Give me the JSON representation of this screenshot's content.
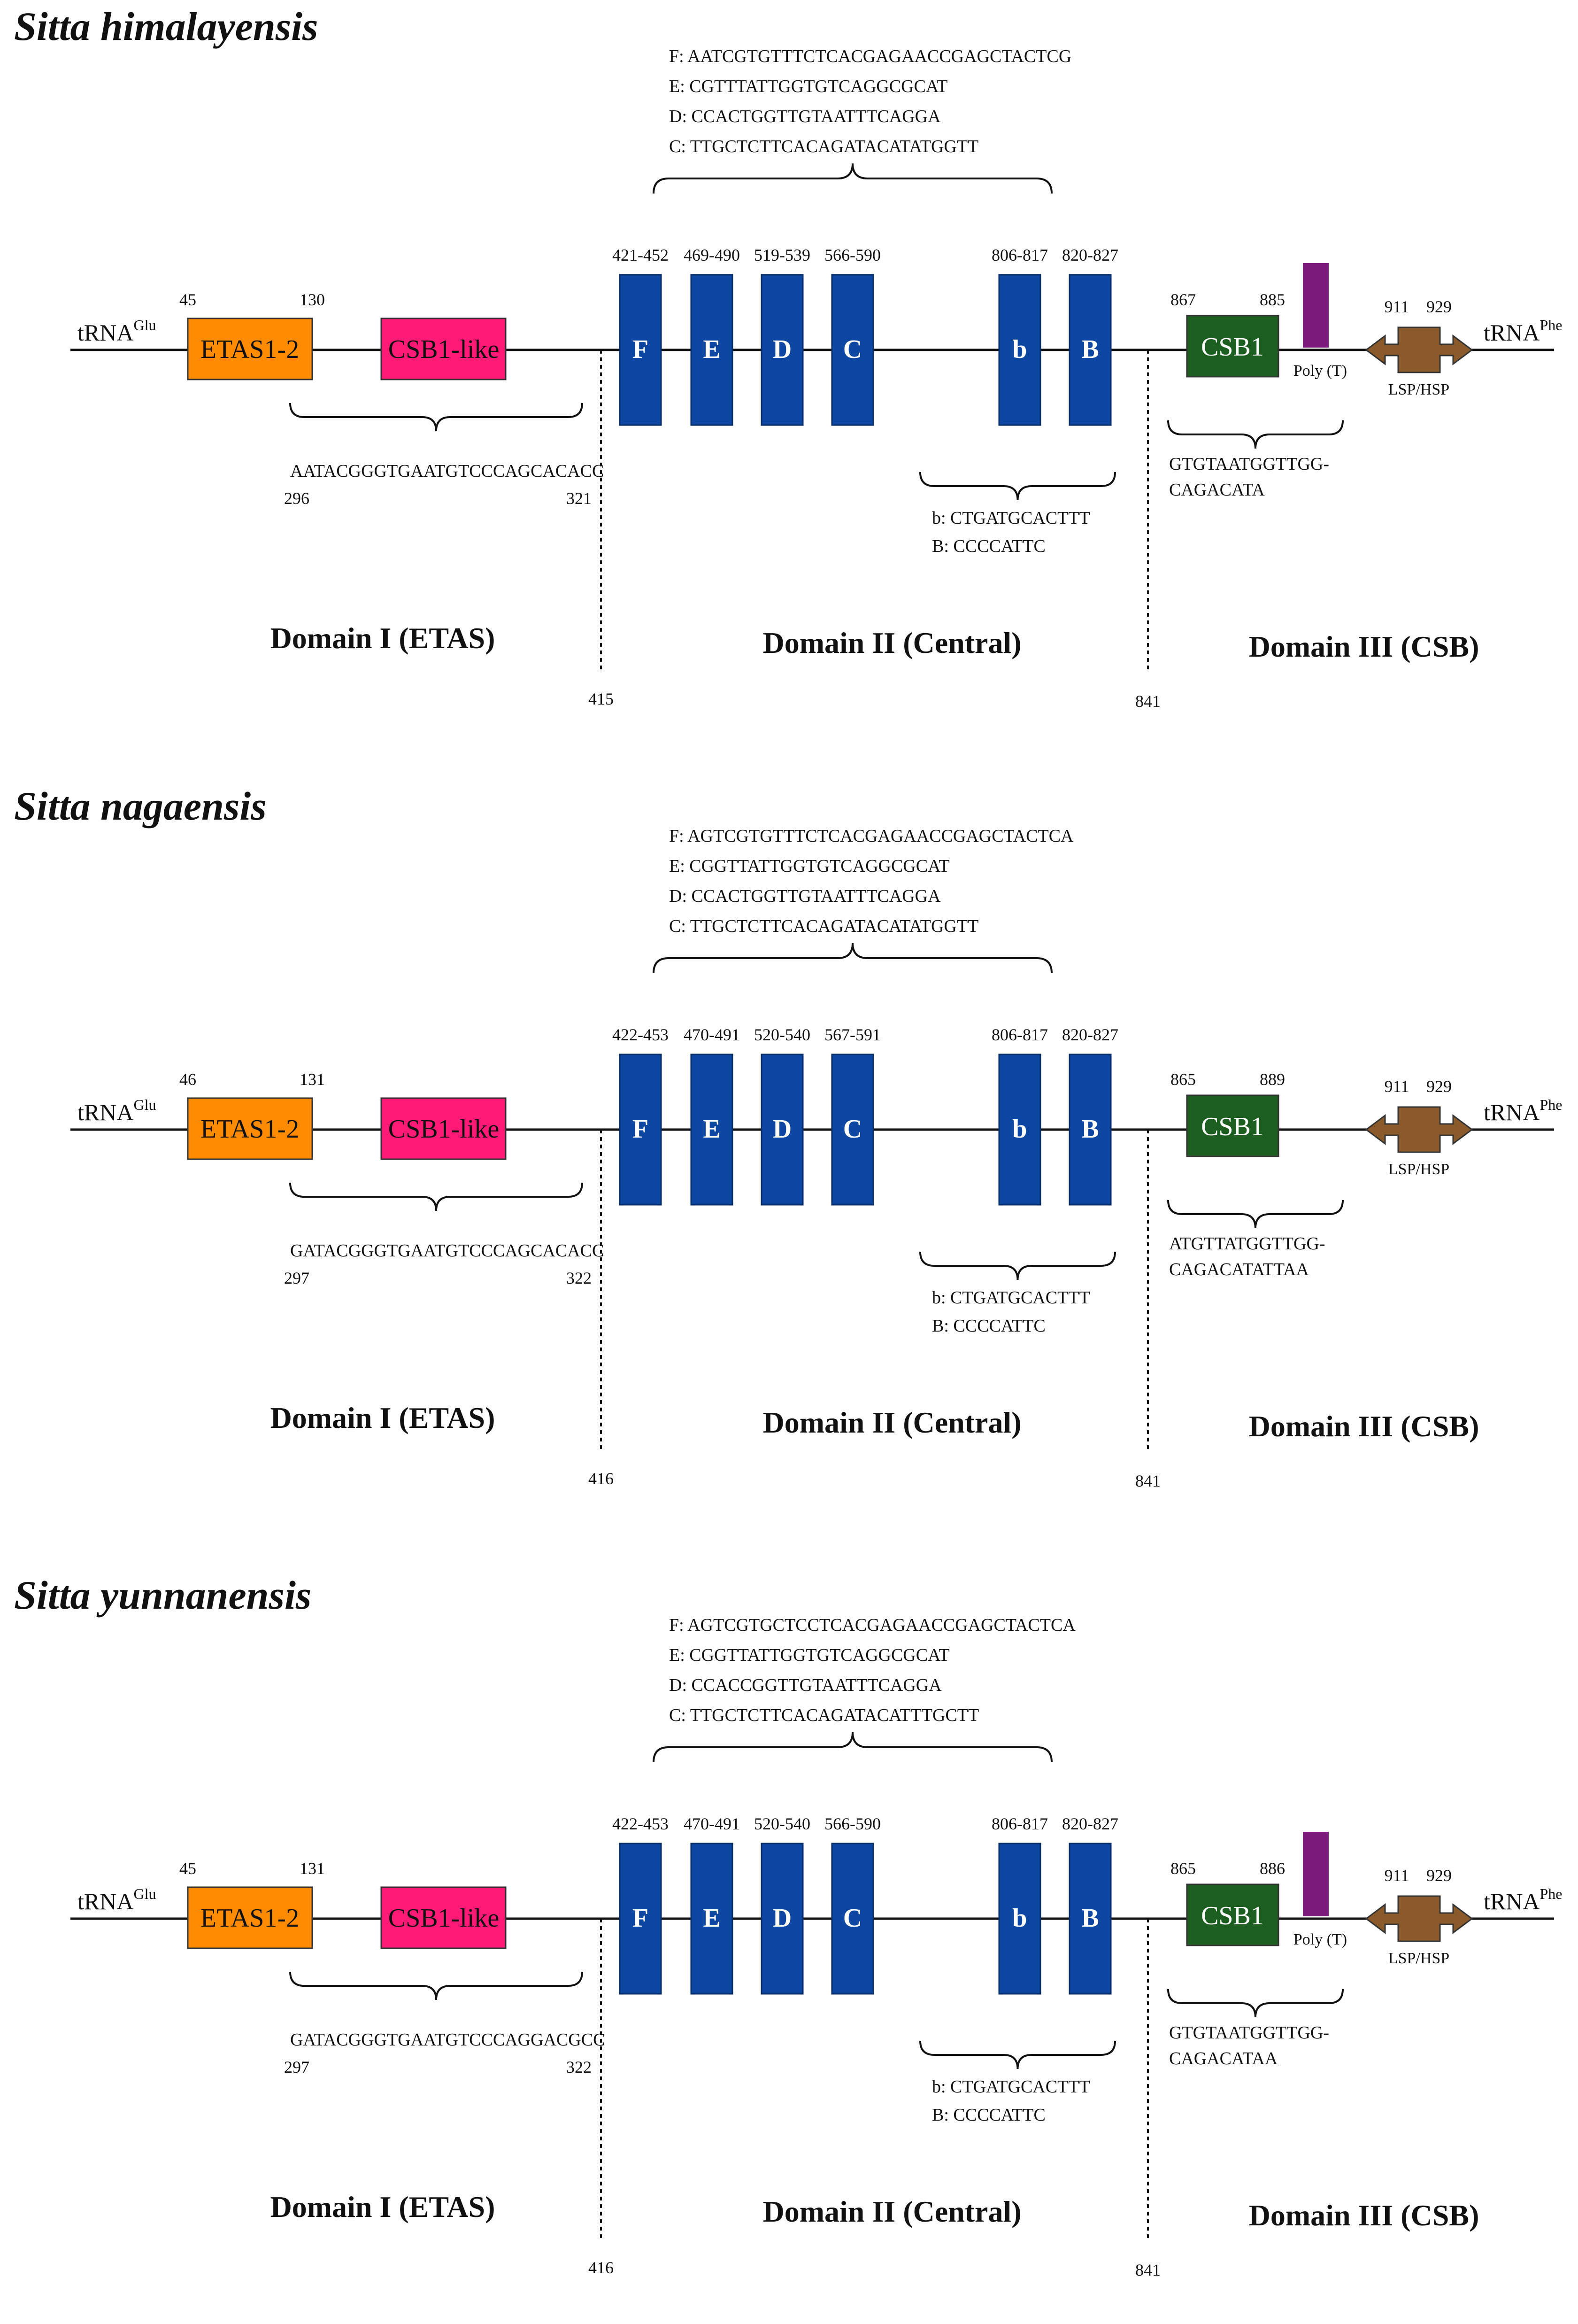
{
  "panels": [
    {
      "species": "Sitta himalayensis",
      "trna_left": {
        "base": "tRNA",
        "sup": "Glu"
      },
      "trna_right": {
        "base": "tRNA",
        "sup": "Phe"
      },
      "etas": {
        "label": "ETAS1-2",
        "start": "45",
        "end": "130"
      },
      "csb1like": {
        "label": "CSB1-like",
        "seq": "AATACGGGTGAATGTCCCAGCACACC",
        "start": "296",
        "end": "321"
      },
      "central_seqs": [
        "F: AATCGTGTTTCTCACGAGAACCGAGCTACTCG",
        "E: CGTTTATTGGTGTCAGGCGCAT",
        "D: CCACTGGTTGTAATTTCAGGA",
        "C: TTGCTCTTCACAGATACATATGGTT"
      ],
      "central_boxes": [
        {
          "label": "F",
          "range": "421-452"
        },
        {
          "label": "E",
          "range": "469-490"
        },
        {
          "label": "D",
          "range": "519-539"
        },
        {
          "label": "C",
          "range": "566-590"
        },
        {
          "label": "b",
          "range": "806-817"
        },
        {
          "label": "B",
          "range": "820-827"
        }
      ],
      "bB_seqs": [
        "b: CTGATGCACTTT",
        "B: CCCCATTC"
      ],
      "csb1": {
        "label": "CSB1",
        "start": "867",
        "end": "885",
        "seq": [
          "GTGTAATGGTTGG-",
          "CAGACATA"
        ]
      },
      "polyT": "Poly (T)",
      "lsp": {
        "label": "LSP/HSP",
        "start": "911",
        "end": "929"
      },
      "boundary1": "415",
      "boundary2": "841",
      "domains": [
        "Domain I (ETAS)",
        "Domain II (Central)",
        "Domain III (CSB)"
      ]
    },
    {
      "species": "Sitta nagaensis",
      "trna_left": {
        "base": "tRNA",
        "sup": "Glu"
      },
      "trna_right": {
        "base": "tRNA",
        "sup": "Phe"
      },
      "etas": {
        "label": "ETAS1-2",
        "start": "46",
        "end": "131"
      },
      "csb1like": {
        "label": "CSB1-like",
        "seq": "GATACGGGTGAATGTCCCAGCACACC",
        "start": "297",
        "end": "322"
      },
      "central_seqs": [
        "F: AGTCGTGTTTCTCACGAGAACCGAGCTACTCA",
        "E: CGGTTATTGGTGTCAGGCGCAT",
        "D: CCACTGGTTGTAATTTCAGGA",
        "C: TTGCTCTTCACAGATACATATGGTT"
      ],
      "central_boxes": [
        {
          "label": "F",
          "range": "422-453"
        },
        {
          "label": "E",
          "range": "470-491"
        },
        {
          "label": "D",
          "range": "520-540"
        },
        {
          "label": "C",
          "range": "567-591"
        },
        {
          "label": "b",
          "range": "806-817"
        },
        {
          "label": "B",
          "range": "820-827"
        }
      ],
      "bB_seqs": [
        "b: CTGATGCACTTT",
        "B: CCCCATTC"
      ],
      "csb1": {
        "label": "CSB1",
        "start": "865",
        "end": "889",
        "seq": [
          "ATGTTATGGTTGG-",
          "CAGACATATTAA"
        ]
      },
      "polyT": null,
      "lsp": {
        "label": "LSP/HSP",
        "start": "911",
        "end": "929"
      },
      "boundary1": "416",
      "boundary2": "841",
      "domains": [
        "Domain I (ETAS)",
        "Domain II (Central)",
        "Domain III (CSB)"
      ]
    },
    {
      "species": "Sitta yunnanensis",
      "trna_left": {
        "base": "tRNA",
        "sup": "Glu"
      },
      "trna_right": {
        "base": "tRNA",
        "sup": "Phe"
      },
      "etas": {
        "label": "ETAS1-2",
        "start": "45",
        "end": "131"
      },
      "csb1like": {
        "label": "CSB1-like",
        "seq": "GATACGGGTGAATGTCCCAGGACGCC",
        "start": "297",
        "end": "322"
      },
      "central_seqs": [
        "F: AGTCGTGCTCCTCACGAGAACCGAGCTACTCA",
        "E: CGGTTATTGGTGTCAGGCGCAT",
        "D: CCACCGGTTGTAATTTCAGGA",
        "C: TTGCTCTTCACAGATACATTTGCTT"
      ],
      "central_boxes": [
        {
          "label": "F",
          "range": "422-453"
        },
        {
          "label": "E",
          "range": "470-491"
        },
        {
          "label": "D",
          "range": "520-540"
        },
        {
          "label": "C",
          "range": "566-590"
        },
        {
          "label": "b",
          "range": "806-817"
        },
        {
          "label": "B",
          "range": "820-827"
        }
      ],
      "bB_seqs": [
        "b: CTGATGCACTTT",
        "B: CCCCATTC"
      ],
      "csb1": {
        "label": "CSB1",
        "start": "865",
        "end": "886",
        "seq": [
          "GTGTAATGGTTGG-",
          "CAGACATAA"
        ]
      },
      "polyT": "Poly (T)",
      "lsp": {
        "label": "LSP/HSP",
        "start": "911",
        "end": "929"
      },
      "boundary1": "416",
      "boundary2": "841",
      "domains": [
        "Domain I (ETAS)",
        "Domain II (Central)",
        "Domain III (CSB)"
      ]
    }
  ],
  "colors": {
    "etas": "#ff8c00",
    "csb1like": "#ff1a75",
    "central": "#0d47a1",
    "csb1": "#1b5e20",
    "polyT": "#7b1a7b",
    "lsp": "#8b5a2b",
    "line": "#111111"
  }
}
